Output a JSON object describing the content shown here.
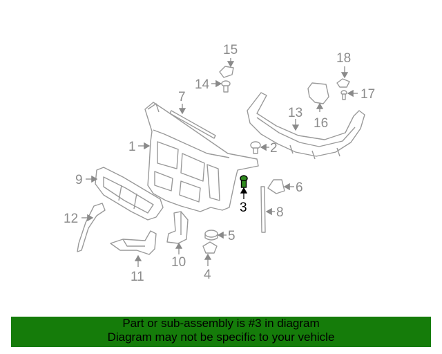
{
  "diagram": {
    "highlight_color": "#2f8a1e",
    "callouts": {
      "c1": "1",
      "c2": "2",
      "c3": "3",
      "c4": "4",
      "c5": "5",
      "c6": "6",
      "c7": "7",
      "c8": "8",
      "c9": "9",
      "c10": "10",
      "c11": "11",
      "c12": "12",
      "c13": "13",
      "c14": "14",
      "c15": "15",
      "c16": "16",
      "c17": "17",
      "c18": "18"
    }
  },
  "banner": {
    "line1": "Part or sub-assembly is #3 in diagram",
    "line2": "Diagram may not be specific to your vehicle",
    "background": "#157c0a"
  }
}
